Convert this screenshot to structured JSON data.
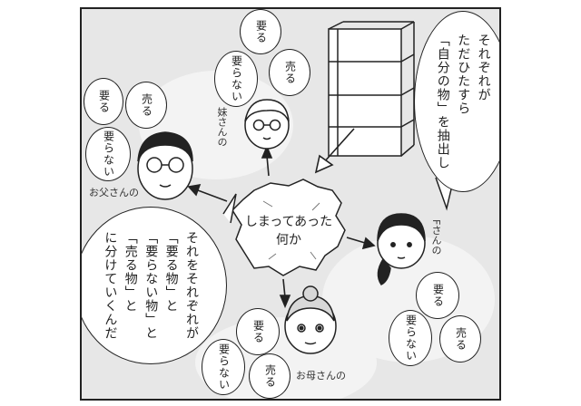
{
  "center": {
    "text": "しまってあった\n何か"
  },
  "speech_top_right": {
    "text": "それぞれが\nただひたすら\n「自分の物」を抽出し"
  },
  "speech_bottom_left": {
    "text": "それをそれぞれが\n「要る物」と\n「要らない物」と\n「売る物」と\nに分けていくんだ"
  },
  "people": {
    "father": {
      "label": "お父さんの"
    },
    "sister": {
      "label": "妹さんの"
    },
    "f_san": {
      "label": "Fさんの"
    },
    "mother": {
      "label": "お母さんの"
    }
  },
  "piles": {
    "father": {
      "keep": "要る",
      "unneeded": "要らない",
      "sell": "売る"
    },
    "sister": {
      "keep": "要る",
      "unneeded": "要らない",
      "sell": "売る"
    },
    "f_san": {
      "keep": "要る",
      "unneeded": "要らない",
      "sell": "売る"
    },
    "mother": {
      "keep": "要る",
      "unneeded": "要らない",
      "sell": "売る"
    }
  }
}
